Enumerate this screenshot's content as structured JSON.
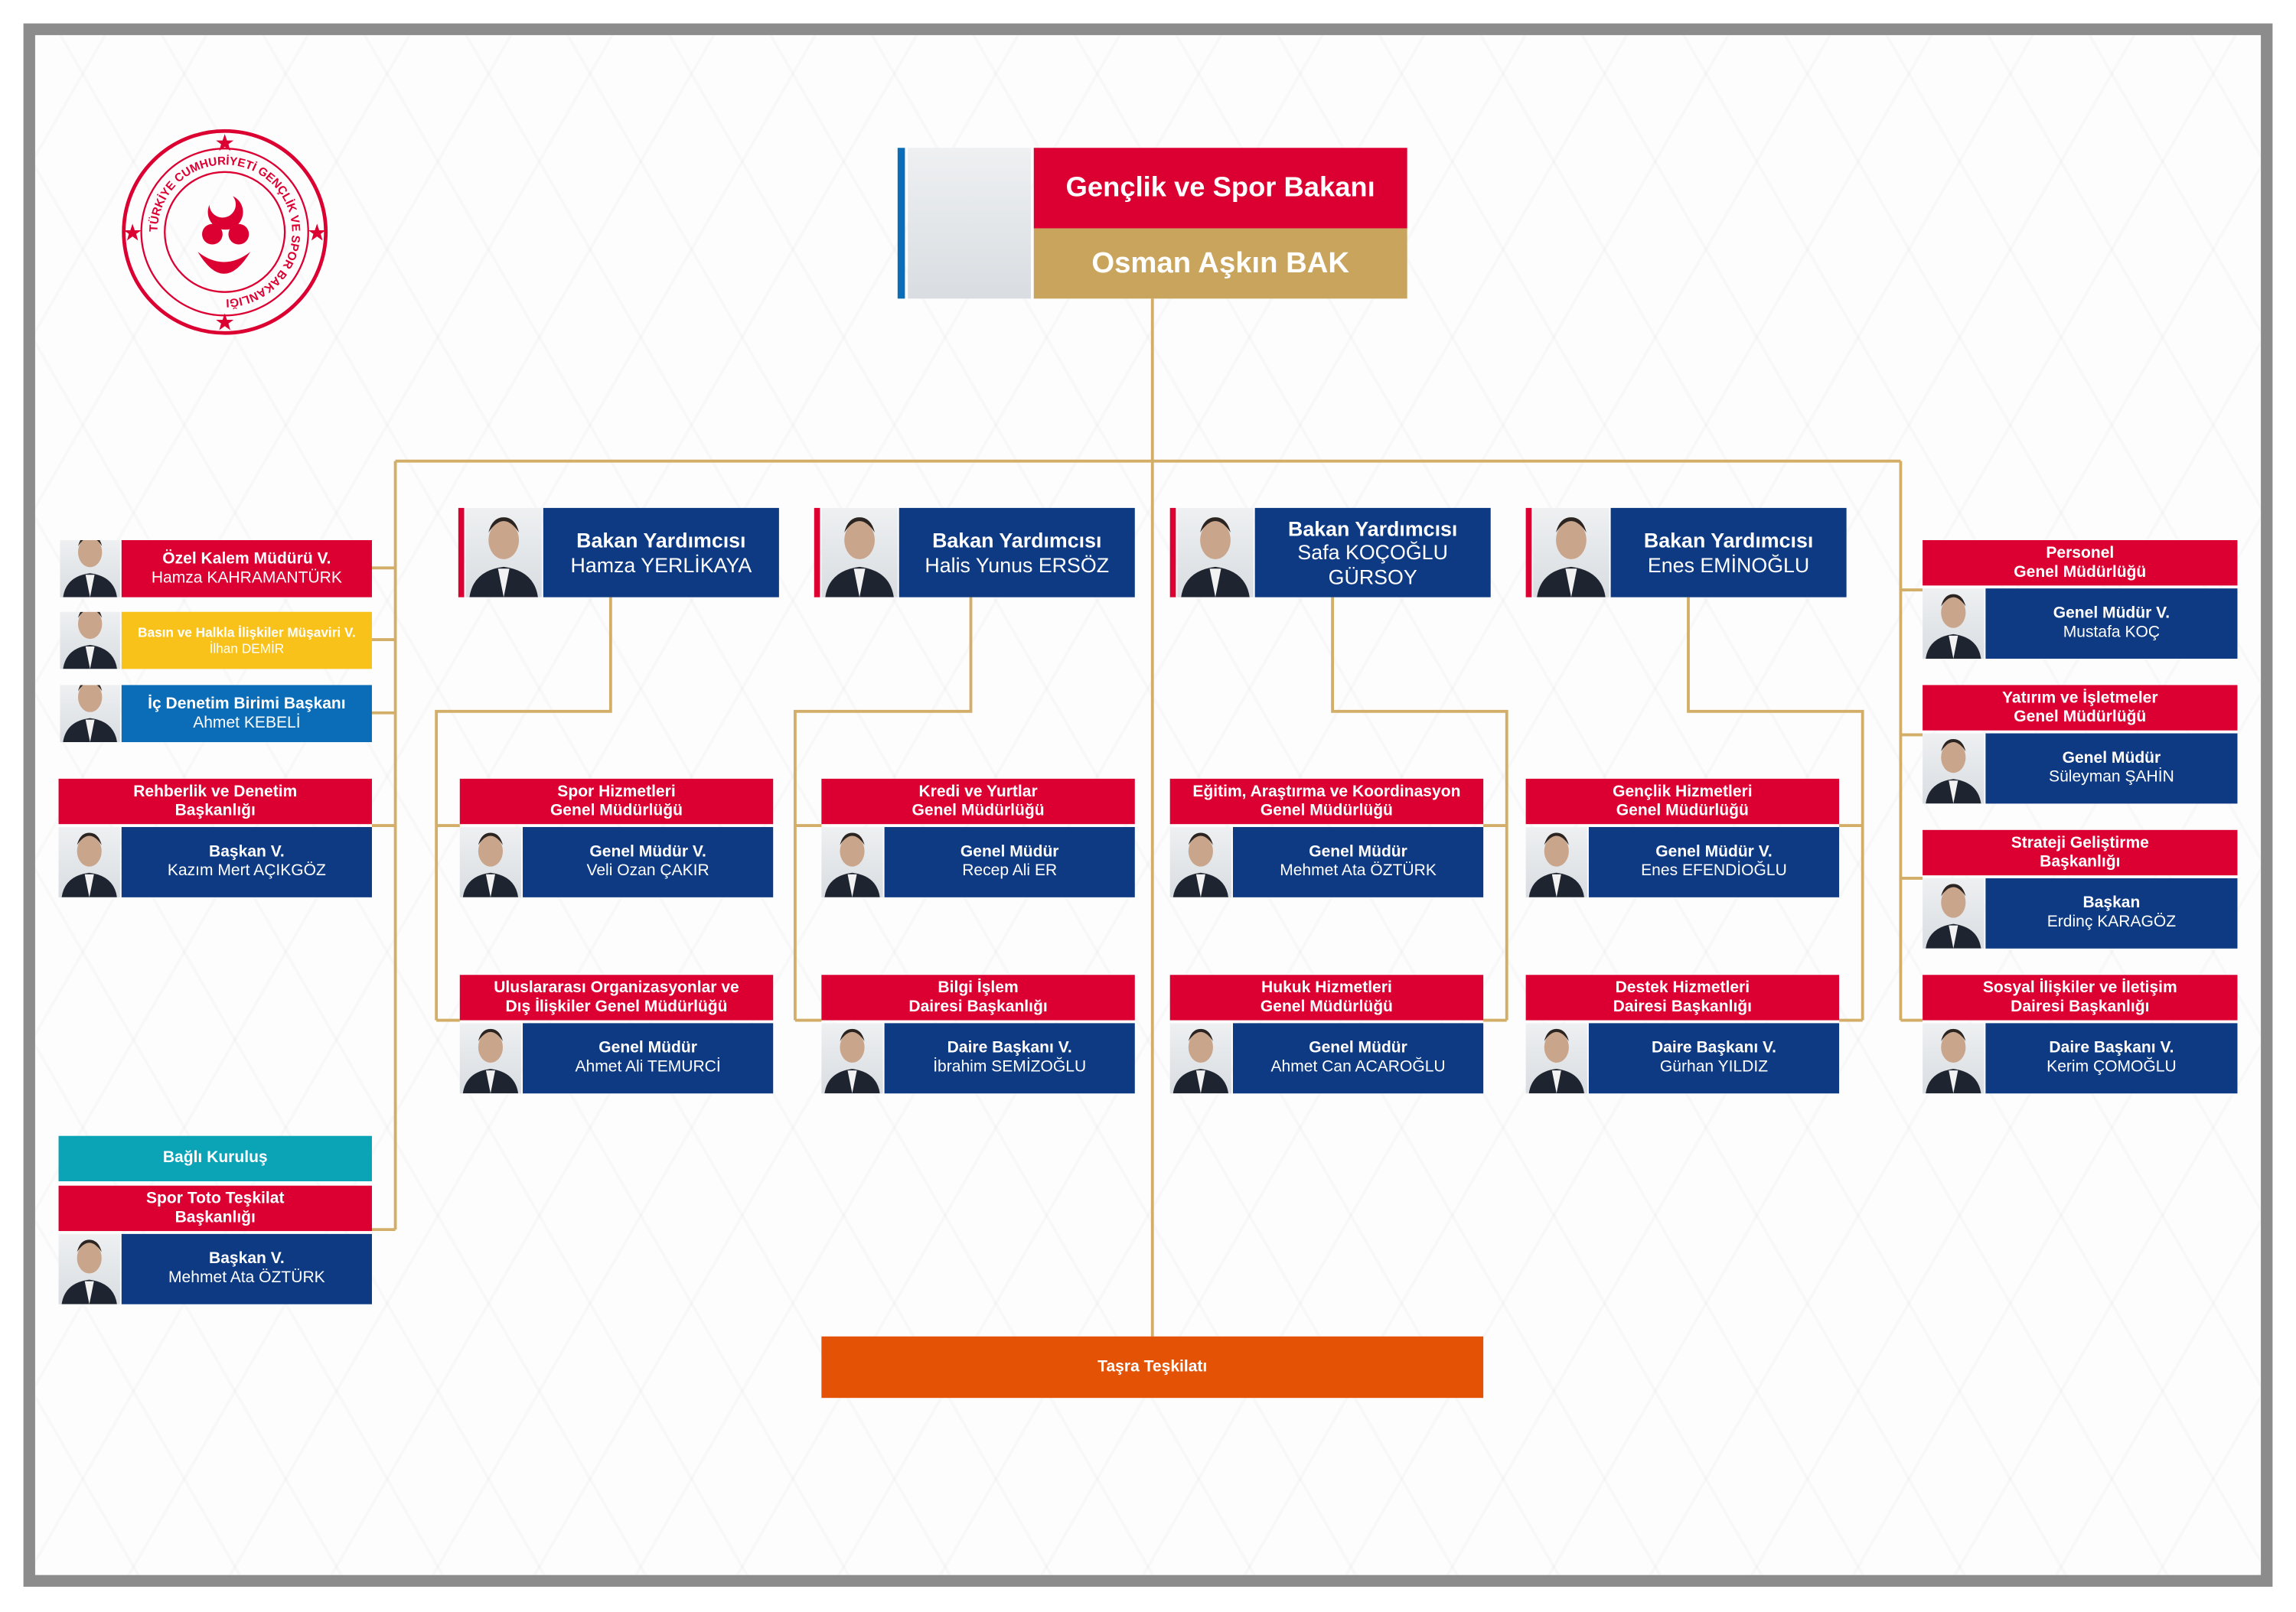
{
  "logo_text": "TÜRKİYE CUMHURİYETİ GENÇLİK VE SPOR BAKANLIĞI",
  "minister": {
    "title": "Gençlik ve Spor Bakanı",
    "name": "Osman Aşkın BAK"
  },
  "deputies": [
    {
      "title": "Bakan Yardımcısı",
      "name": "Hamza YERLİKAYA"
    },
    {
      "title": "Bakan Yardımcısı",
      "name": "Halis Yunus ERSÖZ"
    },
    {
      "title": "Bakan Yardımcısı",
      "name": "Safa KOÇOĞLU GÜRSOY"
    },
    {
      "title": "Bakan Yardımcısı",
      "name": "Enes EMİNOĞLU"
    }
  ],
  "departments": [
    {
      "unit": [
        "Spor Hizmetleri",
        "Genel Müdürlüğü"
      ],
      "title": "Genel Müdür V.",
      "name": "Veli Ozan ÇAKIR"
    },
    {
      "unit": [
        "Uluslararası Organizasyonlar ve",
        "Dış İlişkiler Genel Müdürlüğü"
      ],
      "title": "Genel Müdür",
      "name": "Ahmet Ali TEMURCİ"
    },
    {
      "unit": [
        "Kredi ve Yurtlar",
        "Genel Müdürlüğü"
      ],
      "title": "Genel Müdür",
      "name": "Recep Ali ER"
    },
    {
      "unit": [
        "Bilgi İşlem",
        "Dairesi Başkanlığı"
      ],
      "title": "Daire Başkanı V.",
      "name": "İbrahim SEMİZOĞLU"
    },
    {
      "unit": [
        "Eğitim, Araştırma ve Koordinasyon",
        "Genel Müdürlüğü"
      ],
      "title": "Genel Müdür",
      "name": "Mehmet Ata ÖZTÜRK"
    },
    {
      "unit": [
        "Hukuk Hizmetleri",
        "Genel Müdürlüğü"
      ],
      "title": "Genel Müdür",
      "name": "Ahmet Can ACAROĞLU"
    },
    {
      "unit": [
        "Gençlik Hizmetleri",
        "Genel Müdürlüğü"
      ],
      "title": "Genel Müdür V.",
      "name": "Enes EFENDİOĞLU"
    },
    {
      "unit": [
        "Destek Hizmetleri",
        "Dairesi Başkanlığı"
      ],
      "title": "Daire Başkanı V.",
      "name": "Gürhan YILDIZ"
    }
  ],
  "right_units": [
    {
      "unit": [
        "Personel",
        "Genel Müdürlüğü"
      ],
      "title": "Genel Müdür V.",
      "name": "Mustafa KOÇ"
    },
    {
      "unit": [
        "Yatırım ve İşletmeler",
        "Genel Müdürlüğü"
      ],
      "title": "Genel Müdür",
      "name": "Süleyman ŞAHİN"
    },
    {
      "unit": [
        "Strateji Geliştirme",
        "Başkanlığı"
      ],
      "title": "Başkan",
      "name": "Erdinç KARAGÖZ"
    },
    {
      "unit": [
        "Sosyal İlişkiler ve İletişim",
        "Dairesi Başkanlığı"
      ],
      "title": "Daire Başkanı V.",
      "name": "Kerim ÇOMOĞLU"
    }
  ],
  "staff": [
    {
      "title": "Özel Kalem Müdürü V.",
      "name": "Hamza KAHRAMANTÜRK",
      "color": "#dc0032"
    },
    {
      "title": "Basın ve Halkla İlişkiler Müşaviri V.",
      "name": "İlhan DEMİR",
      "color": "#f9c21b"
    },
    {
      "title": "İç Denetim Birimi Başkanı",
      "name": "Ahmet KEBELİ",
      "color": "#0b6db7"
    }
  ],
  "guidance": {
    "unit": [
      "Rehberlik ve Denetim",
      "Başkanlığı"
    ],
    "title": "Başkan V.",
    "name": "Kazım Mert AÇIKGÖZ"
  },
  "affiliated": {
    "label": "Bağlı Kuruluş",
    "unit": [
      "Spor Toto Teşkilat",
      "Başkanlığı"
    ],
    "title": "Başkan V.",
    "name": "Mehmet Ata ÖZTÜRK"
  },
  "provincial": {
    "label": "Taşra Teşkilatı"
  },
  "colors": {
    "red": "#dc0032",
    "navy": "#0d3a82",
    "gold": "#c9a45c",
    "line": "#d2ae68",
    "teal": "#0ba3b6",
    "orange": "#e35205"
  }
}
